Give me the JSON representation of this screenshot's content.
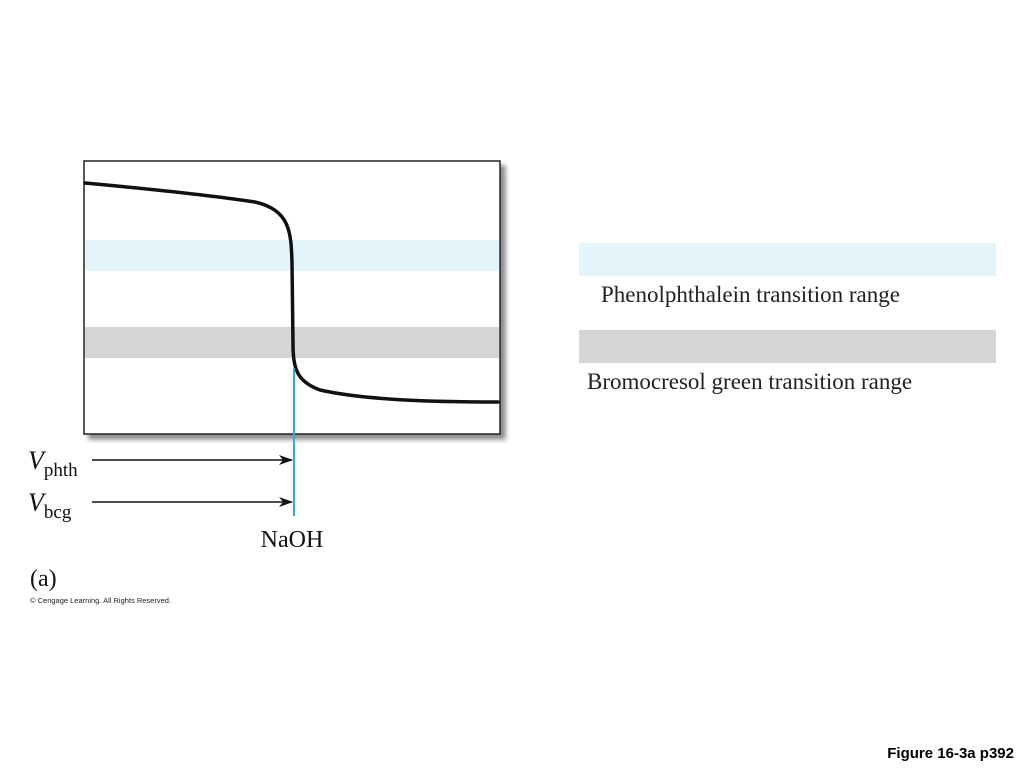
{
  "figure": {
    "bands": {
      "phenolphthalein": {
        "label": "Phenolphthalein transition range",
        "color": "#e4f4fb"
      },
      "bromocresol": {
        "label": "Bromocresol green transition range",
        "color": "#d4d5d6"
      }
    },
    "curve_color": "#111111",
    "endpoint_line_color": "#2aaed4",
    "arrows": [
      {
        "symbol": "V",
        "subscript": "phth"
      },
      {
        "symbol": "V",
        "subscript": "bcg"
      }
    ],
    "x_label": "NaOH",
    "panel_label": "(a)",
    "copyright": "© Cengage Learning. All Rights Reserved.",
    "figure_ref": "Figure 16-3a p392"
  }
}
